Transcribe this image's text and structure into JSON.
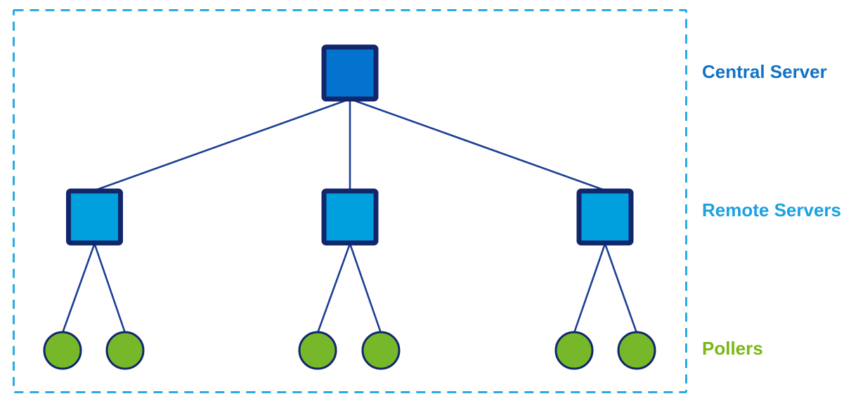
{
  "diagram": {
    "labels": {
      "central_server": "Central Server",
      "remote_servers": "Remote Servers",
      "pollers": "Pollers"
    },
    "colors": {
      "dashed_border": "#29ABE2",
      "edge": "#1B3F94",
      "node_border": "#12266B",
      "central_server_fill": "#0473CF",
      "remote_server_fill": "#00A0DF",
      "poller_fill": "#76B82A",
      "central_server_label": "#1173C5",
      "remote_servers_label": "#1BA0E2",
      "pollers_label": "#79B816"
    },
    "topology": {
      "central_servers": 1,
      "remote_servers": 3,
      "pollers": 6,
      "pollers_per_remote_server": 2
    }
  }
}
